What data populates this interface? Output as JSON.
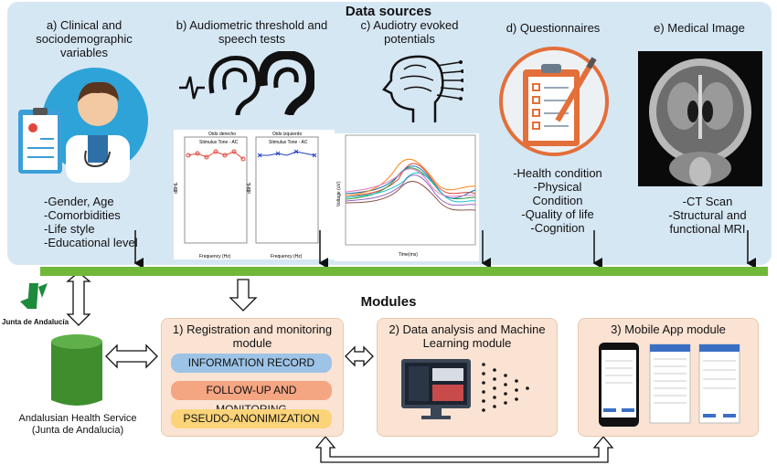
{
  "data_sources": {
    "title": "Data sources",
    "a": {
      "label": "a) Clinical and sociodemographic variables",
      "bullets": [
        "-Gender, Age",
        "-Comorbidities",
        "-Life style",
        "-Educational level"
      ]
    },
    "b": {
      "label": "b) Audiometric threshold and speech tests",
      "chart_left_title": "Oido derecho",
      "chart_right_title": "Oido izquierdo",
      "legend_left": "Stimulus Tone - AC",
      "legend_right": "Stimulus Tone - AC",
      "xlabel": "Frequency (Hz)",
      "ylabel": "dBHL"
    },
    "c": {
      "label": "c) Audiotry evoked potentials",
      "xlabel": "Time(ms)",
      "ylabel": "Voltage (uV)"
    },
    "d": {
      "label": "d) Questionnaires",
      "bullets": [
        "-Health condition",
        "-Physical",
        "Condition",
        "-Quality of life",
        "-Cognition"
      ]
    },
    "e": {
      "label": "e) Medical Image",
      "bullets": [
        "-CT Scan",
        "-Structural and",
        "functional MRI"
      ]
    }
  },
  "modules": {
    "title": "Modules",
    "m1": {
      "label": "1) Registration and monitoring module",
      "pills": [
        "INFORMATION RECORD",
        "FOLLOW-UP AND MONITORING",
        "PSEUDO-ANONIMIZATION"
      ]
    },
    "m2": {
      "label": "2) Data analysis and Machine Learning module"
    },
    "m3": {
      "label": "3) Mobile App module"
    }
  },
  "external": {
    "logo_text": "Junta de Andalucía",
    "db_caption_line1": "Andalusian Health Service",
    "db_caption_line2": "(Junta de Andalucia)"
  },
  "colors": {
    "sources_bg": "#d6e7f4",
    "bus": "#6fb83a",
    "module_bg": "#fbe3d3",
    "pill_blue": "#9dc3e6",
    "pill_red": "#f4a582",
    "pill_yellow": "#fbd47a",
    "database": "#3e8e2e"
  }
}
